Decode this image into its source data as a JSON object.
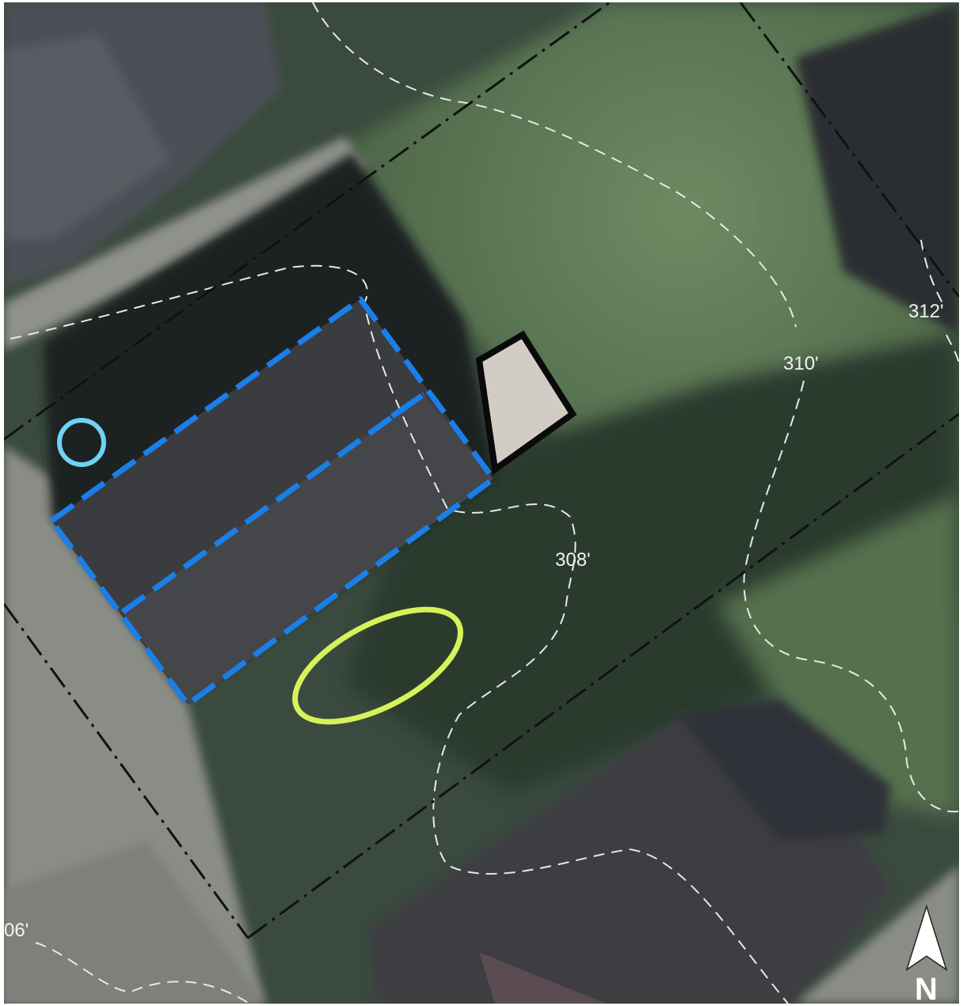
{
  "map": {
    "contour_labels": {
      "c306": "06'",
      "c308": "308'",
      "c310": "310'",
      "c312": "312'"
    },
    "north_arrow": {
      "letter": "N"
    },
    "colors": {
      "property_line": "#111111",
      "building_outline": "#1a7fe8",
      "marker_circle": "#6fd3f2",
      "marker_ellipse": "#d6f25a",
      "contour_line": "#e8e8e8"
    }
  }
}
